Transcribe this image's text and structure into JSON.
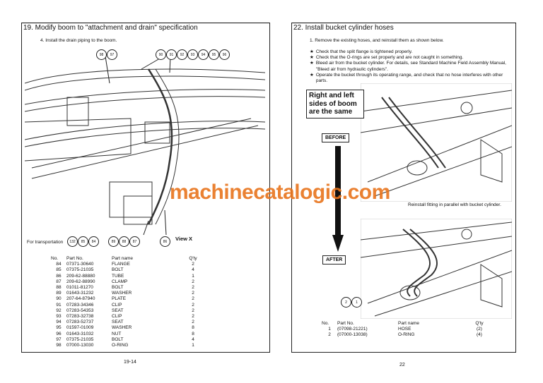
{
  "left_page": {
    "title": "19. Modify boom to \"attachment and drain\" specification",
    "step": "4. Install the drain piping to the boom.",
    "top_bubbles_a": [
      "98",
      "97"
    ],
    "top_bubbles_b": [
      "90",
      "91",
      "92",
      "93",
      "94",
      "95",
      "96"
    ],
    "transport_label": "For transportation",
    "bottom_bubbles_a": [
      "132",
      "85",
      "84"
    ],
    "bottom_bubbles_b": [
      "89",
      "88",
      "87"
    ],
    "bottom_bubble_c": "86",
    "view_label": "View X",
    "headers": [
      "No.",
      "Part No.",
      "Part name",
      "Q'ty"
    ],
    "rows": [
      [
        "84",
        "07371-30640",
        "FLANGE",
        "2"
      ],
      [
        "85",
        "07375-21035",
        "BOLT",
        "4"
      ],
      [
        "86",
        "209-62-88880",
        "TUBE",
        "1"
      ],
      [
        "87",
        "209-62-88990",
        "CLAMP",
        "2"
      ],
      [
        "88",
        "01011-81270",
        "BOLT",
        "2"
      ],
      [
        "89",
        "01643-31232",
        "WASHER",
        "2"
      ],
      [
        "90",
        "207-64-87940",
        "PLATE",
        "2"
      ],
      [
        "91",
        "07283-34346",
        "CLIP",
        "2"
      ],
      [
        "92",
        "07283-54353",
        "SEAT",
        "2"
      ],
      [
        "93",
        "07283-32738",
        "CLIP",
        "2"
      ],
      [
        "94",
        "07283-52737",
        "SEAT",
        "2"
      ],
      [
        "95",
        "01597-01009",
        "WASHER",
        "8"
      ],
      [
        "96",
        "01643-31032",
        "NUT",
        "8"
      ],
      [
        "97",
        "07375-21035",
        "BOLT",
        "4"
      ],
      [
        "98",
        "07000-13030",
        "O-RING",
        "1"
      ]
    ],
    "page_number": "19-14"
  },
  "right_page": {
    "title": "22. Install bucket cylinder hoses",
    "step": "1. Remove the existing hoses, and reinstall them as shown below.",
    "notes": [
      "Check that the split flange is tightened properly.",
      "Check that the O-rings are set properly and are not caught in something.",
      "Bleed air from the bucket cylinder. For details, see Standard Machine Field Assembly Manual, \"Bleed air from hydraulic cylinders\".",
      "Operate the bucket through its operating range, and check that no hose interferes with other parts."
    ],
    "star": "★",
    "callout": "Right and left sides of boom are the same",
    "before_label": "BEFORE",
    "after_label": "AFTER",
    "reinstall_caption": "Reinstall fitting in parallel with bucket cylinder.",
    "bubbles": [
      "2",
      "1"
    ],
    "headers": [
      "No.",
      "Part No.",
      "Part name",
      "Q'ty"
    ],
    "rows": [
      [
        "1",
        "(07098-21221)",
        "HOSE",
        "(2)"
      ],
      [
        "2",
        "(07000-13038)",
        "O-RING",
        "(4)"
      ]
    ],
    "page_number": "22"
  },
  "watermark": "machinecatalogic.com"
}
